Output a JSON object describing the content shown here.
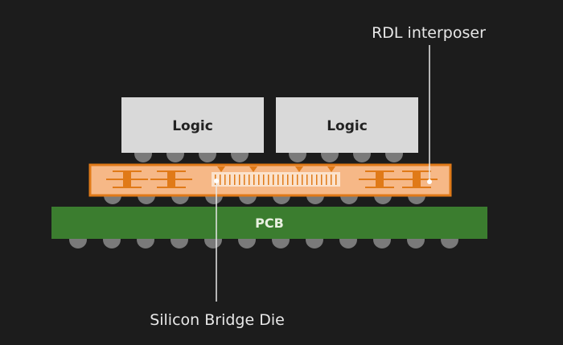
{
  "labels": {
    "logic_left": "Logic",
    "logic_right": "Logic",
    "pcb": "PCB",
    "rdl_interposer": "RDL interposer",
    "silicon_bridge": "Silicon Bridge Die"
  },
  "colors": {
    "background": "#1c1c1c",
    "logic": "#d9d9d9",
    "bump": "#7a7a7a",
    "interposer": "#f6b887",
    "interposer_trace": "#e07a18",
    "pcb": "#3b7d2f",
    "callout": "#e8e8e8"
  }
}
